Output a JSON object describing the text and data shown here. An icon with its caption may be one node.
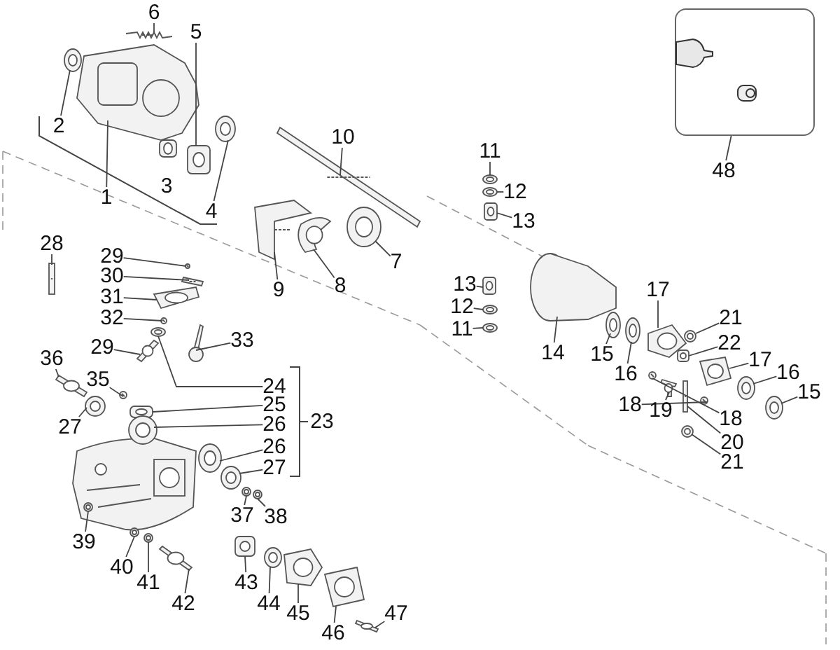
{
  "diagram": {
    "nodes": [
      {
        "text": [
          "6"
        ]
      },
      {
        "text": [
          "5"
        ]
      },
      {
        "text": [
          "2"
        ]
      },
      {
        "text": [
          "1"
        ]
      },
      {
        "text": [
          "4"
        ]
      },
      {
        "text": [
          "10"
        ]
      },
      {
        "text": [
          "7"
        ]
      },
      {
        "text": [
          "8"
        ]
      },
      {
        "text": [
          "9"
        ]
      },
      {
        "text": [],
        "shape": "box"
      },
      {
        "text": [
          "48"
        ]
      },
      {
        "text": [
          "11"
        ]
      },
      {
        "text": [
          "12"
        ]
      },
      {
        "text": [
          "13"
        ]
      },
      {
        "text": [
          "13"
        ]
      },
      {
        "text": [
          "12"
        ]
      },
      {
        "text": [
          "11"
        ]
      },
      {
        "text": [
          "14"
        ]
      },
      {
        "text": [
          "15"
        ]
      },
      {
        "text": [
          "16"
        ]
      },
      {
        "text": [
          "17"
        ]
      },
      {
        "text": [
          "21"
        ]
      },
      {
        "text": [
          "22"
        ]
      },
      {
        "text": [
          "17"
        ]
      },
      {
        "text": [
          "16"
        ]
      },
      {
        "text": [
          "15"
        ]
      },
      {
        "text": [
          "18"
        ]
      },
      {
        "text": [
          "19"
        ]
      },
      {
        "text": [
          "18"
        ]
      },
      {
        "text": [
          "20"
        ]
      },
      {
        "text": [
          "21"
        ]
      },
      {
        "text": [
          "28"
        ]
      },
      {
        "text": [
          "29"
        ]
      },
      {
        "text": [
          "30"
        ]
      },
      {
        "text": [
          "31"
        ]
      },
      {
        "text": [
          "32"
        ]
      },
      {
        "text": [
          "33"
        ]
      },
      {
        "text": [
          "29"
        ]
      },
      {
        "text": [
          "36"
        ]
      },
      {
        "text": [
          "35"
        ]
      },
      {
        "text": [
          "27"
        ]
      },
      {
        "text": [
          "24"
        ]
      },
      {
        "text": [
          "25"
        ]
      },
      {
        "text": [
          "26"
        ]
      },
      {
        "text": [
          "26"
        ]
      },
      {
        "text": [
          "27"
        ]
      },
      {
        "text": [
          "37"
        ]
      },
      {
        "text": [
          "38"
        ]
      },
      {
        "text": [
          "39"
        ]
      },
      {
        "text": [
          "40"
        ]
      },
      {
        "text": [
          "41"
        ]
      },
      {
        "text": [
          "42"
        ]
      },
      {
        "text": [
          "43"
        ]
      },
      {
        "text": [
          "44"
        ]
      },
      {
        "text": [
          "45"
        ]
      },
      {
        "text": [
          "46"
        ]
      },
      {
        "text": [
          "47"
        ]
      },
      {
        "text": [],
        "shape": "picture"
      },
      {
        "text": [],
        "shape": "picture"
      },
      {
        "text": [],
        "shape": "picture"
      },
      {
        "text": [],
        "shape": "picture"
      },
      {
        "text": [],
        "shape": "picture"
      },
      {
        "text": [],
        "shape": "picture"
      },
      {
        "text": [],
        "shape": "picture"
      },
      {
        "text": [],
        "shape": "picture"
      },
      {
        "text": [],
        "shape": "picture"
      },
      {
        "text": [],
        "shape": "picture"
      },
      {
        "text": [],
        "shape": "picture"
      },
      {
        "text": [],
        "shape": "picture"
      },
      {
        "text": [],
        "shape": "picture"
      },
      {
        "text": [],
        "shape": "picture"
      },
      {
        "text": [],
        "shape": "picture"
      },
      {
        "text": [],
        "shape": "picture"
      },
      {
        "text": [],
        "shape": "picture"
      },
      {
        "text": [],
        "shape": "picture"
      },
      {
        "text": [],
        "shape": "picture"
      },
      {
        "text": [],
        "shape": "picture"
      },
      {
        "text": [],
        "shape": "picture"
      },
      {
        "text": [],
        "shape": "picture"
      },
      {
        "text": [],
        "shape": "picture"
      },
      {
        "text": [],
        "shape": "picture"
      },
      {
        "text": [],
        "shape": "picture"
      },
      {
        "text": [],
        "shape": "picture"
      },
      {
        "text": [],
        "shape": "picture"
      },
      {
        "text": [],
        "shape": "picture"
      },
      {
        "text": [],
        "shape": "picture"
      },
      {
        "text": [],
        "shape": "picture"
      },
      {
        "text": [],
        "shape": "picture"
      },
      {
        "text": [],
        "shape": "picture"
      },
      {
        "text": [],
        "shape": "picture"
      },
      {
        "text": [],
        "shape": "picture"
      },
      {
        "text": [],
        "shape": "picture"
      },
      {
        "text": [],
        "shape": "picture"
      },
      {
        "text": [],
        "shape": "picture"
      },
      {
        "text": [],
        "shape": "picture"
      },
      {
        "text": [],
        "shape": "picture"
      },
      {
        "text": [],
        "shape": "picture"
      },
      {
        "text": [],
        "shape": "picture"
      },
      {
        "text": [],
        "shape": "picture"
      },
      {
        "text": [],
        "shape": "picture"
      },
      {
        "text": [],
        "shape": "picture"
      },
      {
        "text": [],
        "shape": "picture"
      },
      {
        "text": [],
        "shape": "picture"
      },
      {
        "text": [],
        "shape": "picture"
      },
      {
        "text": [],
        "shape": "picture"
      },
      {
        "text": [],
        "shape": "picture"
      },
      {
        "text": [],
        "shape": "picture"
      },
      {
        "text": [],
        "shape": "picture"
      },
      {
        "text": [],
        "shape": "picture"
      },
      {
        "text": [],
        "shape": "picture"
      },
      {
        "text": [],
        "shape": "picture"
      },
      {
        "text": [],
        "shape": "picture"
      }
    ],
    "edges": [
      {
        "from": 0,
        "to": 57,
        "arrow": "none"
      },
      {
        "from": 1,
        "to": 58,
        "arrow": "none"
      },
      {
        "from": 2,
        "to": 59,
        "arrow": "none"
      },
      {
        "from": 3,
        "to": 60,
        "arrow": "none"
      },
      {
        "from": 4,
        "to": 61,
        "arrow": "none"
      },
      {
        "from": 5,
        "to": 62,
        "arrow": "none"
      },
      {
        "from": 6,
        "to": 63,
        "arrow": "none"
      },
      {
        "from": 7,
        "to": 64,
        "arrow": "none"
      },
      {
        "from": 8,
        "to": 65,
        "arrow": "none"
      },
      {
        "from": 10,
        "to": 9,
        "arrow": "none"
      },
      {
        "from": 11,
        "to": 66,
        "arrow": "none"
      },
      {
        "from": 12,
        "to": 67,
        "arrow": "none"
      },
      {
        "from": 13,
        "to": 68,
        "arrow": "none"
      },
      {
        "from": 14,
        "to": 69,
        "arrow": "none"
      },
      {
        "from": 15,
        "to": 70,
        "arrow": "none"
      },
      {
        "from": 16,
        "to": 71,
        "arrow": "none"
      },
      {
        "from": 17,
        "to": 72,
        "arrow": "none"
      },
      {
        "from": 18,
        "to": 73,
        "arrow": "none"
      },
      {
        "from": 19,
        "to": 74,
        "arrow": "none"
      },
      {
        "from": 20,
        "to": 75,
        "arrow": "none"
      },
      {
        "from": 21,
        "to": 76,
        "arrow": "none"
      },
      {
        "from": 22,
        "to": 77,
        "arrow": "none"
      },
      {
        "from": 23,
        "to": 78,
        "arrow": "none"
      },
      {
        "from": 24,
        "to": 79,
        "arrow": "none"
      },
      {
        "from": 25,
        "to": 80,
        "arrow": "none"
      },
      {
        "from": 26,
        "to": 81,
        "arrow": "none"
      },
      {
        "from": 27,
        "to": 82,
        "arrow": "none"
      },
      {
        "from": 28,
        "to": 83,
        "arrow": "none"
      },
      {
        "from": 29,
        "to": 84,
        "arrow": "none"
      },
      {
        "from": 30,
        "to": 85,
        "arrow": "none"
      },
      {
        "from": 31,
        "to": 86,
        "arrow": "none"
      },
      {
        "from": 32,
        "to": 87,
        "arrow": "none"
      },
      {
        "from": 33,
        "to": 88,
        "arrow": "none"
      },
      {
        "from": 34,
        "to": 89,
        "arrow": "none"
      },
      {
        "from": 35,
        "to": 90,
        "arrow": "none"
      },
      {
        "from": 36,
        "to": 91,
        "arrow": "none"
      },
      {
        "from": 37,
        "to": 92,
        "arrow": "none"
      },
      {
        "from": 38,
        "to": 93,
        "arrow": "none"
      },
      {
        "from": 39,
        "to": 94,
        "arrow": "none"
      },
      {
        "from": 40,
        "to": 95,
        "arrow": "none"
      },
      {
        "from": 41,
        "to": 96,
        "arrow": "none"
      },
      {
        "from": 42,
        "to": 97,
        "arrow": "none"
      },
      {
        "from": 43,
        "to": 98,
        "arrow": "none"
      },
      {
        "from": 44,
        "to": 99,
        "arrow": "none"
      },
      {
        "from": 45,
        "to": 100,
        "arrow": "none"
      },
      {
        "from": 46,
        "to": 101,
        "arrow": "none"
      },
      {
        "from": 47,
        "to": 102,
        "arrow": "none"
      },
      {
        "from": 48,
        "to": 103,
        "arrow": "none"
      },
      {
        "from": 49,
        "to": 104,
        "arrow": "none"
      },
      {
        "from": 50,
        "to": 105,
        "arrow": "none"
      },
      {
        "from": 51,
        "to": 106,
        "arrow": "none"
      },
      {
        "from": 52,
        "to": 107,
        "arrow": "none"
      },
      {
        "from": 53,
        "to": 108,
        "arrow": "none"
      },
      {
        "from": 54,
        "to": 109,
        "arrow": "none"
      },
      {
        "from": 55,
        "to": 110,
        "arrow": "none"
      },
      {
        "from": 56,
        "to": 111,
        "arrow": "none"
      }
    ],
    "labels": [
      "3",
      "23"
    ]
  }
}
